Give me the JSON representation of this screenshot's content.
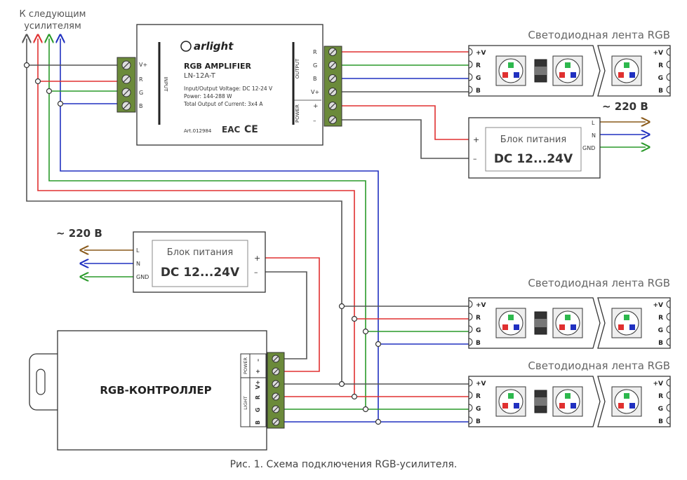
{
  "top_label_line1": "К следующим",
  "top_label_line2": "усилителям",
  "amplifier": {
    "brand": "arlight",
    "title": "RGB AMPLIFIER",
    "model": "LN-12A-T",
    "spec_voltage": "Input/Output Voltage: DC 12-24 V",
    "spec_power": "Power: 144-288 W",
    "spec_current": "Total Output of Current: 3x4 A",
    "article": "Art.012984",
    "cert_eac": "EAC",
    "cert_ce": "CE",
    "input_label": "INPUT",
    "output_label": "OUTPUT",
    "power_label": "POWER",
    "input_pins": [
      "V+",
      "R",
      "G",
      "B"
    ],
    "output_pins": [
      "R",
      "G",
      "B",
      "V+"
    ],
    "power_pins": [
      "+",
      "–"
    ]
  },
  "psu_right": {
    "title": "Блок питания",
    "voltage": "DC 12...24V",
    "plus": "+",
    "minus": "–",
    "pin_l": "L",
    "pin_n": "N",
    "pin_gnd": "GND",
    "mains": "~ 220 В"
  },
  "psu_left": {
    "title": "Блок питания",
    "voltage": "DC 12...24V",
    "plus": "+",
    "minus": "–",
    "pin_l": "L",
    "pin_n": "N",
    "pin_gnd": "GND",
    "mains": "~ 220 В"
  },
  "controller": {
    "title": "RGB-КОНТРОЛЛЕР",
    "power_label": "POWER",
    "light_label": "LIGHT",
    "power_pins": [
      "–",
      "+"
    ],
    "light_pins": [
      "V+",
      "R",
      "G",
      "B"
    ]
  },
  "strips": [
    {
      "title": "Светодиодная лента RGB",
      "pins": [
        "+V",
        "R",
        "G",
        "B"
      ]
    },
    {
      "title": "Светодиодная лента RGB",
      "pins": [
        "+V",
        "R",
        "G",
        "B"
      ]
    },
    {
      "title": "Светодиодная лента RGB",
      "pins": [
        "+V",
        "R",
        "G",
        "B"
      ]
    }
  ],
  "caption": "Рис. 1. Схема подключения RGB-усилителя.",
  "colors": {
    "v_plus": "#555555",
    "red": "#e03030",
    "green": "#2a9a2a",
    "blue": "#2030c0",
    "brown": "#8a5a1a",
    "terminal": "#6b8a3a"
  }
}
